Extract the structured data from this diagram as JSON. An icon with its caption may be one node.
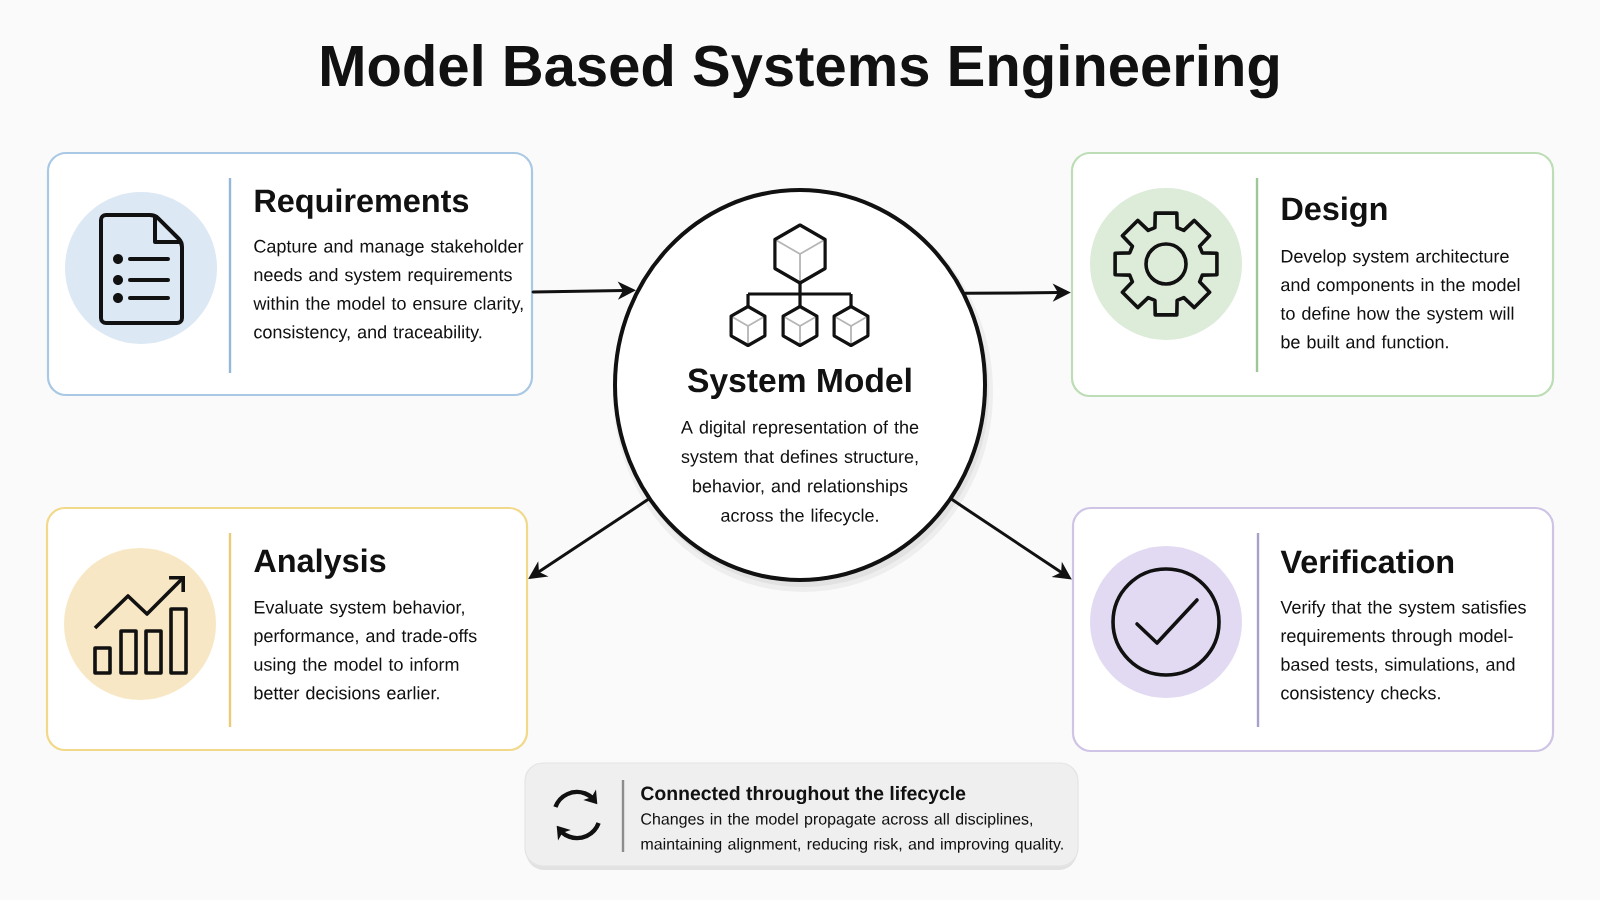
{
  "diagram": {
    "title": "Model Based Systems Engineering",
    "nodes": [
      {
        "text": [
          "Requirements",
          "Capture and manage stakeholder needs and system requirements within the model to ensure clarity, consistency, and traceability."
        ]
      },
      {
        "text": [
          "System Model",
          "A digital representation of the system that defines structure, behavior, and relationships across the lifecycle."
        ]
      },
      {
        "text": [
          "Design",
          "Develop system architecture and components in the model to define how the system will be built and function."
        ]
      },
      {
        "text": [
          "Analysis",
          "Evaluate system behavior, performance, and trade-offs using the model to inform better decisions earlier."
        ]
      },
      {
        "text": [
          "Verification",
          "Verify that the system satisfies requirements through model-based tests, simulations, and consistency checks."
        ]
      },
      {
        "text": [
          "Connected throughout the lifecycle",
          "Changes in the model propagate across all disciplines, maintaining alignment, reducing risk, and improving quality."
        ]
      }
    ],
    "edges": [
      {
        "from": 0,
        "to": 1,
        "arrow": "to"
      },
      {
        "from": 1,
        "to": 2,
        "arrow": "to"
      },
      {
        "from": 1,
        "to": 3,
        "arrow": "to"
      },
      {
        "from": 1,
        "to": 4,
        "arrow": "to"
      }
    ]
  }
}
